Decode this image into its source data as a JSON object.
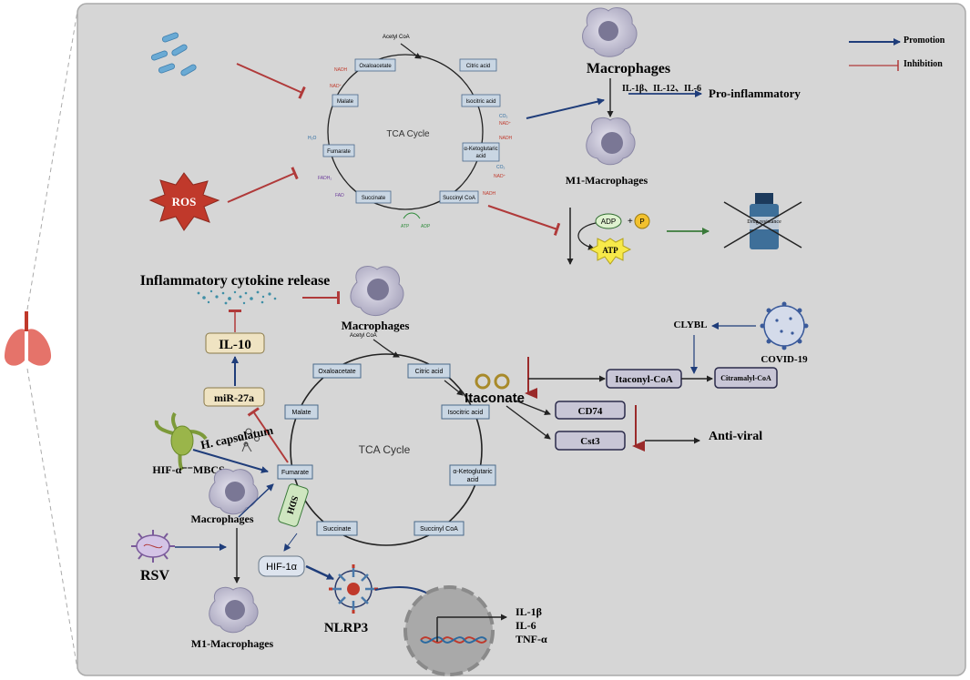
{
  "legend": {
    "promotion": "Promotion",
    "inhibition": "Inhibition"
  },
  "colors": {
    "promotion": "#1f3d7a",
    "inhibition": "#b03a3a",
    "panel": "#d6d6d6",
    "node_fill": "#c9d6e3",
    "node_stroke": "#4a6a8a",
    "green_arrow": "#3a7a3a"
  },
  "top": {
    "acetyl_coa": "Acetyl CoA",
    "cycle_label": "TCA Cycle",
    "nodes": [
      "Oxaloacetate",
      "Citric acid",
      "Isocitric acid",
      "α-Ketoglutaric",
      "acid",
      "Succinyl CoA",
      "Succinate",
      "Fumarate",
      "Malate"
    ],
    "small": {
      "nadh1": "NADH",
      "nad1": "NAD⁺",
      "h2o": "H₂O",
      "co2a": "CO₂",
      "nad2": "NAD⁺",
      "nadh2": "NADH",
      "co2b": "CO₂",
      "nad3": "NAD⁺",
      "nadh3": "NADH",
      "fadh2": "FADH₂",
      "fad": "FAD",
      "atp": "ATP",
      "adp": "ADP"
    },
    "ros": "ROS",
    "macrophages": "Macrophages",
    "m1": "M1-Macrophages",
    "cytokines": "IL-1β、IL-12、IL-6",
    "pro_inflammatory": "Pro-inflammatory",
    "adp": "ADP",
    "plus": "+",
    "p": "P",
    "atp": "ATP",
    "drug_resistance": "Drug resistance"
  },
  "bottom": {
    "inflammatory_release": "Inflammatory cytokine release",
    "macrophages_top": "Macrophages",
    "acetyl_coa": "Acetyl CoA",
    "il10": "IL-10",
    "mir27a": "miR-27a",
    "h_capsulatum": "H. capsulatum",
    "hif_mbcs": "HIF-α⁻⁻MBCS",
    "cycle_label": "TCA Cycle",
    "nodes": [
      "Oxaloacetate",
      "Citric acid",
      "Isocitric acid",
      "α-Ketoglutaric",
      "acid",
      "Succinyl CoA",
      "Succinate",
      "Fumarate",
      "Malate"
    ],
    "sdh": "SDH",
    "macrophages_mid": "Macrophages",
    "m1": "M1-Macrophages",
    "rsv": "RSV",
    "hif1a": "HIF-1α",
    "nlrp3": "NLRP3",
    "itaconate": "Itaconate",
    "itaconyl": "Itaconyl-CoA",
    "clybl": "CLYBL",
    "covid": "COVID-19",
    "citramalyl": "Citramalyl-CoA",
    "cd74": "CD74",
    "cst3": "Cst3",
    "antiviral": "Anti-viral",
    "outputs": [
      "IL-1β",
      "IL-6",
      "TNF-α"
    ]
  }
}
